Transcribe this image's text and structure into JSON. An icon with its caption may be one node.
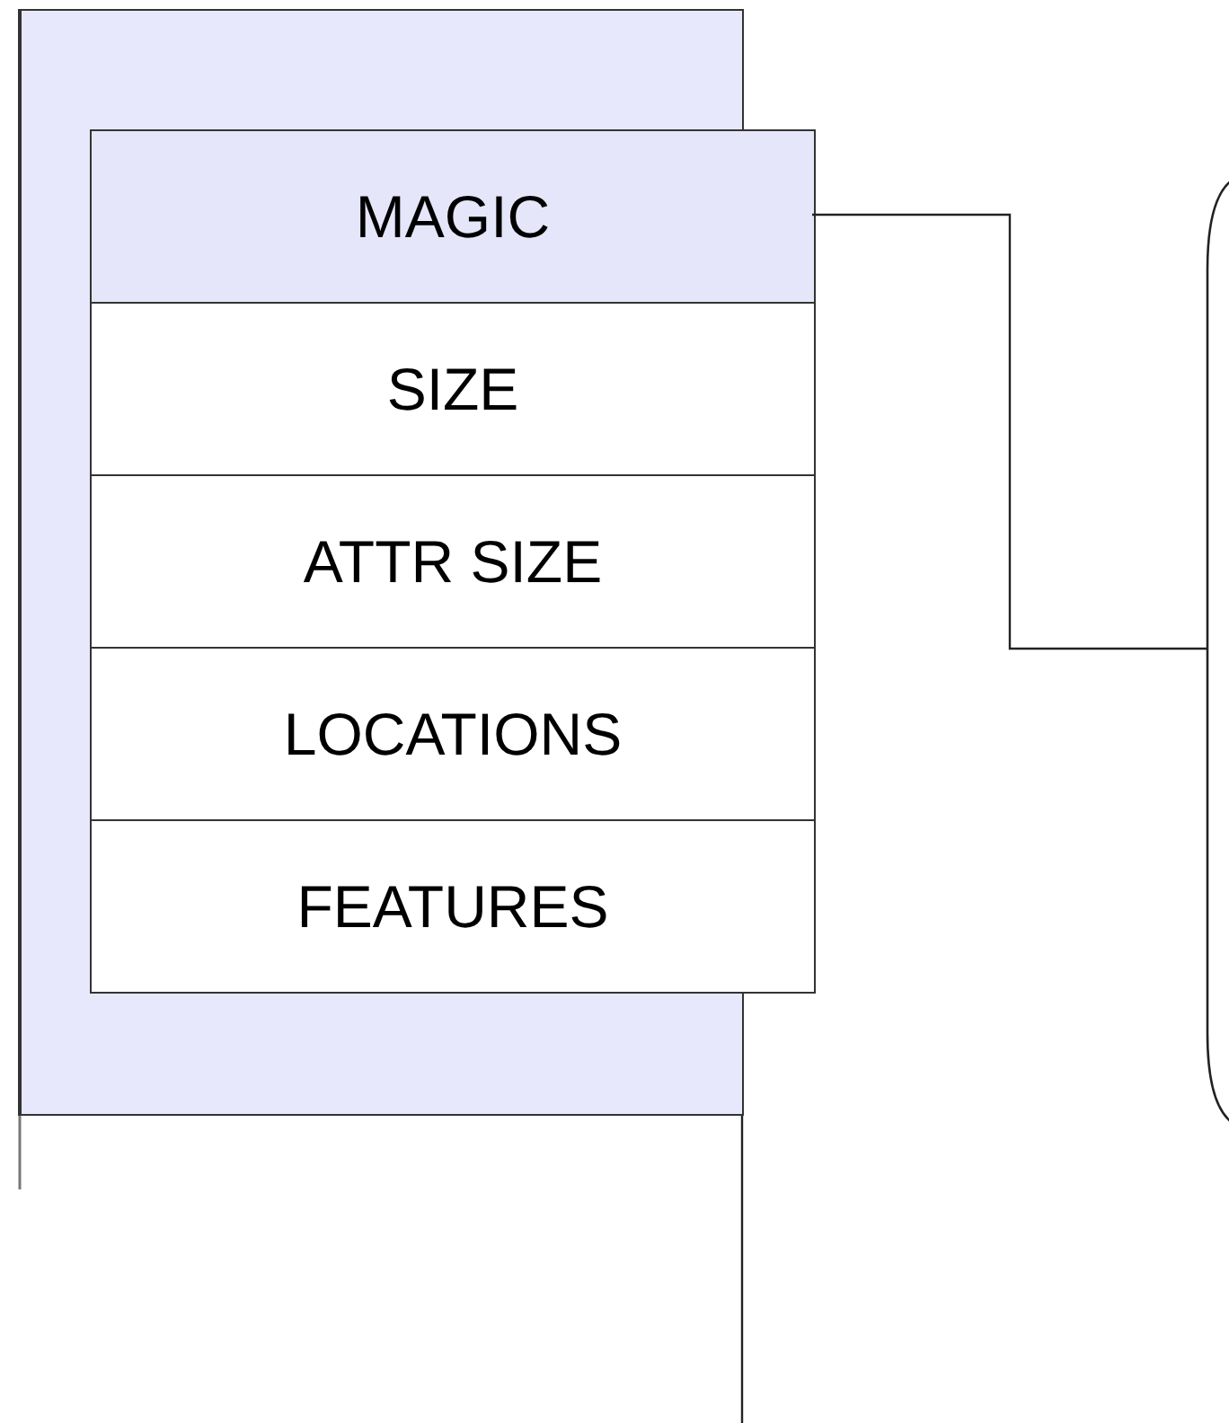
{
  "diagram": {
    "nodes": [
      {
        "text": [],
        "shape": "box"
      },
      {
        "text": [
          "MAGIC"
        ],
        "in": 0
      },
      {
        "text": [
          "SIZE"
        ],
        "in": 0
      },
      {
        "text": [
          "ATTR SIZE"
        ],
        "in": 0
      },
      {
        "text": [
          "LOCATIONS"
        ],
        "in": 0
      },
      {
        "text": [
          "FEATURES"
        ],
        "in": 0
      },
      {
        "text": [],
        "shape": "bracket"
      }
    ],
    "edges": [
      {
        "from": 1,
        "to": 6,
        "arrow": "none"
      }
    ]
  }
}
